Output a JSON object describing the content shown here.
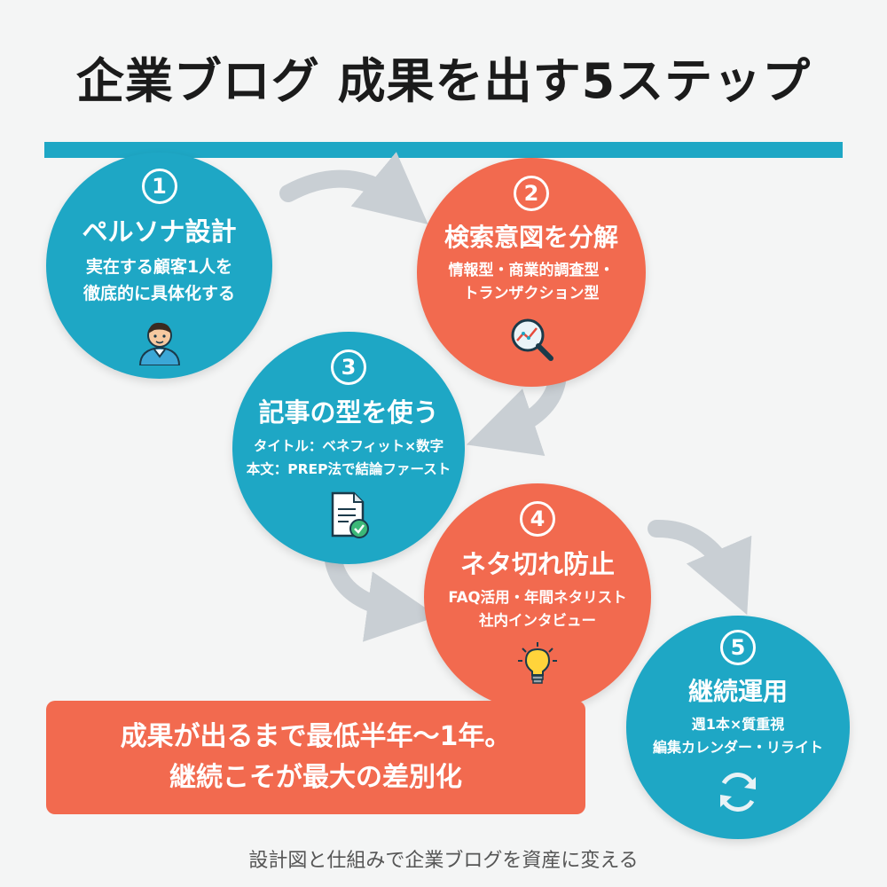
{
  "title": "企業ブログ 成果を出す5ステップ",
  "steps": [
    {
      "number": "1",
      "title": "ペルソナ設計",
      "desc": [
        "実在する顧客1人を",
        "徹底的に具体化する"
      ]
    },
    {
      "number": "2",
      "title": "検索意図を分解",
      "desc": [
        "情報型・商業的調査型・",
        "トランザクション型"
      ]
    },
    {
      "number": "3",
      "title": "記事の型を使う",
      "desc": [
        "タイトル：ベネフィット×数字",
        "本文：PREP法で結論ファースト"
      ]
    },
    {
      "number": "4",
      "title": "ネタ切れ防止",
      "desc": [
        "FAQ活用・年間ネタリスト",
        "社内インタビュー"
      ]
    },
    {
      "number": "5",
      "title": "継続運用",
      "desc": [
        "週1本×質重視",
        "編集カレンダー・リライト"
      ]
    }
  ],
  "callout": [
    "成果が出るまで最低半年〜1年。",
    "継続こそが最大の差別化"
  ],
  "footer": "設計図と仕組みで企業ブログを資産に変える",
  "colors": {
    "teal": "#1ea7c5",
    "coral": "#f26a4f",
    "arrow": "#c9cfd4",
    "title_bar": "#1ea7c5"
  },
  "icons": [
    "person-icon",
    "magnifier-chart-icon",
    "document-check-icon",
    "lightbulb-icon",
    "refresh-icon"
  ]
}
